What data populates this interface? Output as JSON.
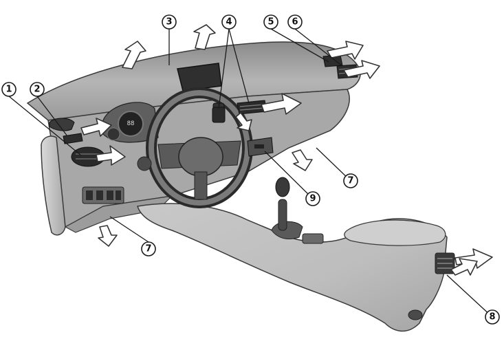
{
  "figure": {
    "colors": {
      "body": "#b9b9b9",
      "body_dark": "#7d7d7d",
      "body_light": "#d9d9d9",
      "outline": "#3a3a3a",
      "arrow_fill": "#ffffff"
    },
    "callouts": [
      {
        "id": "callout-1",
        "label": "1"
      },
      {
        "id": "callout-2",
        "label": "2"
      },
      {
        "id": "callout-3",
        "label": "3"
      },
      {
        "id": "callout-4",
        "label": "4"
      },
      {
        "id": "callout-5",
        "label": "5"
      },
      {
        "id": "callout-6",
        "label": "6"
      },
      {
        "id": "callout-7a",
        "label": "7"
      },
      {
        "id": "callout-7b",
        "label": "7"
      },
      {
        "id": "callout-8",
        "label": "8"
      },
      {
        "id": "callout-9",
        "label": "9"
      }
    ],
    "cluster_readout": "88"
  }
}
